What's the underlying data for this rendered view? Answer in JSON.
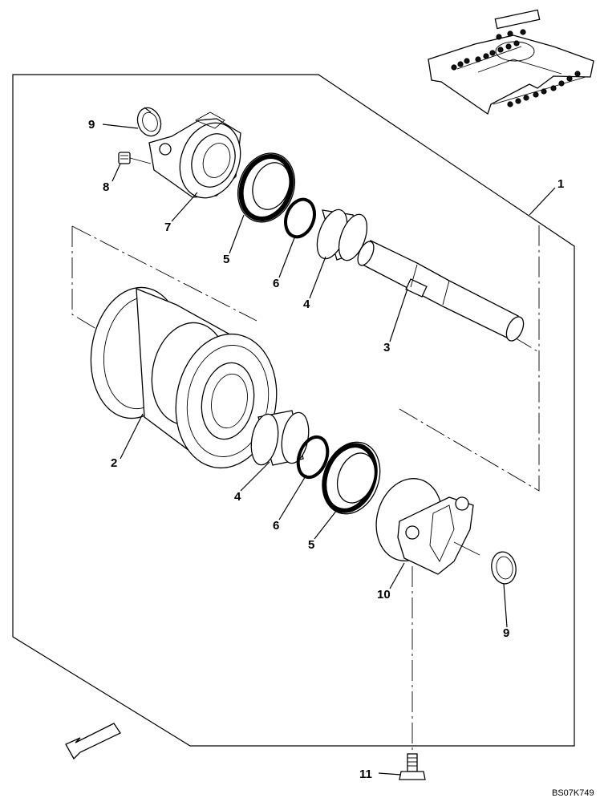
{
  "diagram": {
    "labels": [
      "1",
      "2",
      "3",
      "4",
      "4",
      "5",
      "5",
      "6",
      "6",
      "7",
      "8",
      "9",
      "9",
      "10",
      "11"
    ],
    "reference_code": "BS07K749"
  }
}
